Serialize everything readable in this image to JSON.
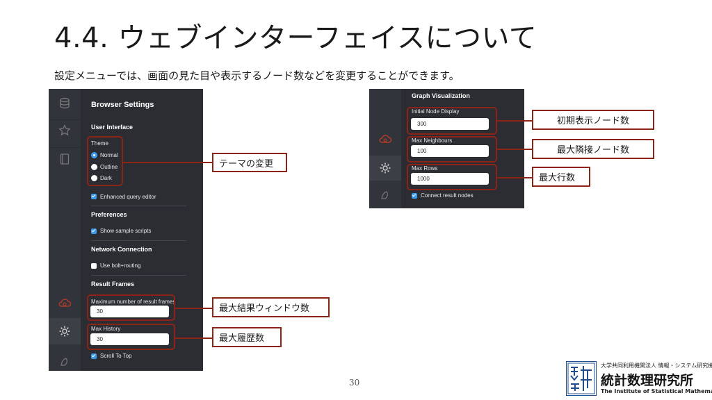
{
  "title": "4.4. ウェブインターフェイスについて",
  "subtitle": "設定メニューでは、画面の見た目や表示するノード数などを変更することができます。",
  "page_number": "30",
  "browser_settings": {
    "heading": "Browser Settings",
    "user_interface": {
      "heading": "User Interface",
      "theme_label": "Theme",
      "themes": [
        {
          "label": "Normal",
          "selected": true
        },
        {
          "label": "Outline",
          "selected": false
        },
        {
          "label": "Dark",
          "selected": false
        }
      ],
      "enhanced_editor": {
        "label": "Enhanced query editor",
        "checked": true
      }
    },
    "preferences": {
      "heading": "Preferences",
      "show_sample_scripts": {
        "label": "Show sample scripts",
        "checked": true
      }
    },
    "network": {
      "heading": "Network Connection",
      "use_bolt_routing": {
        "label": "Use bolt+routing",
        "checked": false
      }
    },
    "result_frames": {
      "heading": "Result Frames",
      "max_frames_label": "Maximum number of result frames",
      "max_frames_value": "30",
      "max_history_label": "Max History",
      "max_history_value": "30",
      "scroll_to_top": {
        "label": "Scroll To Top",
        "checked": true
      }
    }
  },
  "graph_visualization": {
    "heading": "Graph Visualization",
    "initial_node_display_label": "Initial Node Display",
    "initial_node_display_value": "300",
    "max_neighbours_label": "Max Neighbours",
    "max_neighbours_value": "100",
    "max_rows_label": "Max Rows",
    "max_rows_value": "1000",
    "connect_result_nodes": {
      "label": "Connect result nodes",
      "checked": true
    }
  },
  "callouts": {
    "theme": "テーマの変更",
    "max_result_windows": "最大結果ウィンドウ数",
    "max_history": "最大履歴数",
    "initial_display_nodes": "初期表示ノード数",
    "max_neighbour_nodes": "最大隣接ノード数",
    "max_rows": "最大行数"
  },
  "logo": {
    "org_line": "大学共同利用機関法人 情報・システム研究機構",
    "institute_jp": "統計数理研究所",
    "institute_en": "The Institute of Statistical Mathematics",
    "mark_glyphs": "統研"
  },
  "colors": {
    "panel_bg": "#2b2d33",
    "rail_bg": "#32343b",
    "accent_blue": "#3d9ae8",
    "highlight_red": "#8b2417",
    "logo_blue": "#1f4e8c"
  },
  "icons": {
    "rail_top": [
      "database-icon",
      "star-icon",
      "document-icon"
    ],
    "rail_bottom": [
      "cloud-sync-icon",
      "gear-icon",
      "about-icon"
    ]
  }
}
